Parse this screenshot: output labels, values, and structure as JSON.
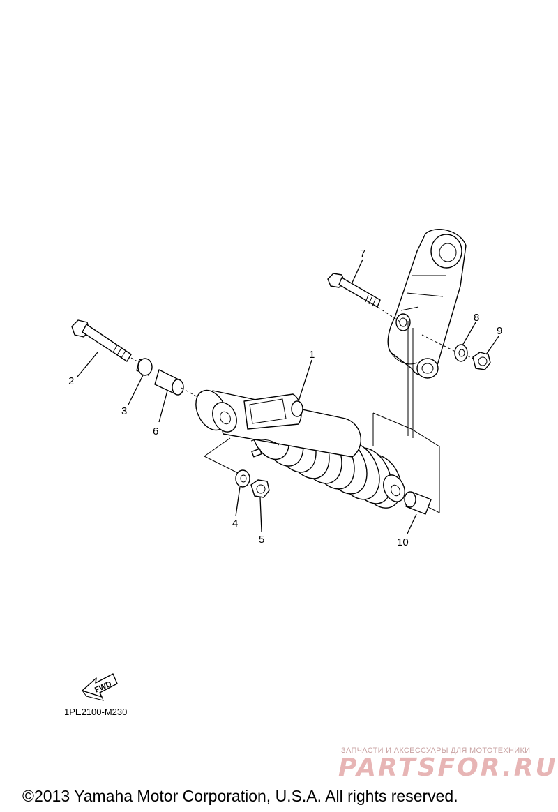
{
  "callouts": {
    "c1": "1",
    "c2": "2",
    "c3": "3",
    "c4": "4",
    "c5": "5",
    "c6": "6",
    "c7": "7",
    "c8": "8",
    "c9": "9",
    "c10": "10"
  },
  "fwd_label": "FWD",
  "diagram_code": "1PE2100-M230",
  "watermark": {
    "subtitle": "ЗАПЧАСТИ И АКСЕССУАРЫ ДЛЯ МОТОТЕХНИКИ",
    "logo": "PARTSFOR.RU"
  },
  "copyright": "©2013 Yamaha Motor Corporation, U.S.A. All rights reserved."
}
